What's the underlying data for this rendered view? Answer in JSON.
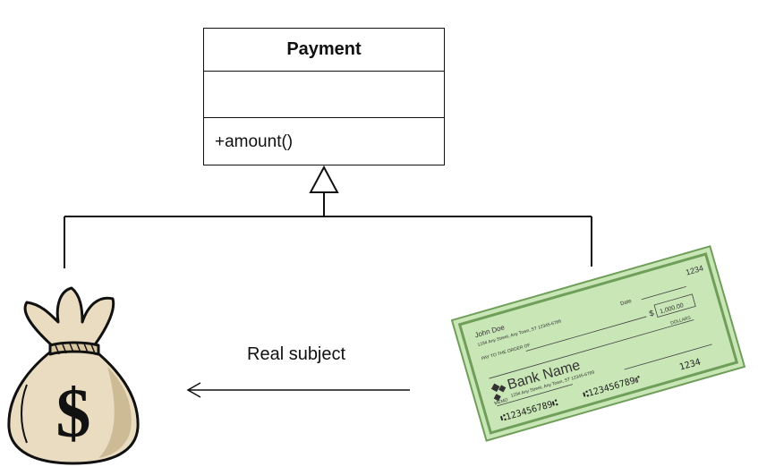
{
  "uml_class": {
    "name": "Payment",
    "attributes": "",
    "operations": "+amount()"
  },
  "arrow_label": "Real subject",
  "cheque": {
    "holder_name": "John Doe",
    "holder_address": "1234 Any Street, Any Town, ST 12345-6789",
    "date_label": "Date",
    "check_number": "1234",
    "pay_to_label": "PAY TO THE ORDER OF",
    "amount_symbol": "$",
    "amount": "1,000.00",
    "dollars_label": "DOLLARS",
    "bank_name": "Bank Name",
    "bank_address": "1234 Any Street, Any Town, ST 12345-6789",
    "memo_label": "MEMO",
    "micr_routing": "⑆123456789⑆",
    "micr_account": "⑆123456789⑈",
    "micr_check": "1234",
    "accent_color": "#c9e6b6",
    "border_color": "#6f9e5a"
  },
  "money_bag": {
    "symbol": "$",
    "bag_color": "#e9dcc1",
    "outline_color": "#111111"
  }
}
